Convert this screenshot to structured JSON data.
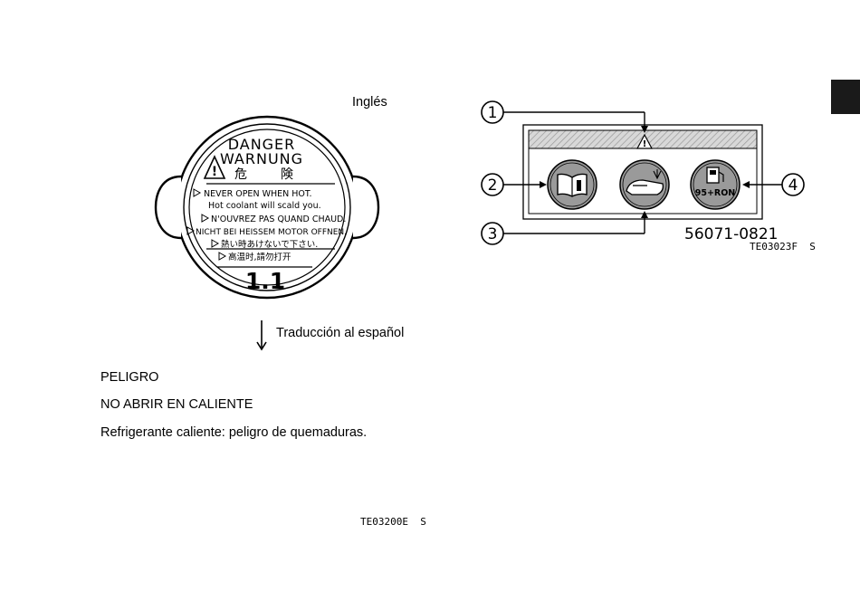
{
  "left": {
    "language_label": "Inglés",
    "cap": {
      "line_danger": "DANGER",
      "line_warnung": "WARNUNG",
      "kanji_1": "危",
      "kanji_2": "険",
      "warnings": [
        "NEVER OPEN WHEN HOT.",
        "Hot coolant will scald you.",
        "N'OUVREZ PAS QUAND CHAUD.",
        "NICHT BEI HEISSEM MOTOR OFFNEN.",
        "熱い時あけないで下さい.",
        "高温时,請勿打开"
      ],
      "pressure": "1.1"
    },
    "translation_caption": "Traducción al español",
    "spanish_lines": [
      "PELIGRO",
      "NO ABRIR EN CALIENTE",
      "Refrigerante caliente: peligro de quemaduras."
    ],
    "code": "TE03200E",
    "code_suffix": "S"
  },
  "right": {
    "callouts": [
      "1",
      "2",
      "3",
      "4"
    ],
    "fuel_label": "95+RON",
    "part_number": "56071-0821",
    "code": "TE03023F",
    "code_suffix": "S"
  },
  "colors": {
    "ink": "#000000",
    "icon_fill": "#9a9a9a",
    "hatch": "#b5b5b5",
    "tab": "#1a1a1a"
  }
}
